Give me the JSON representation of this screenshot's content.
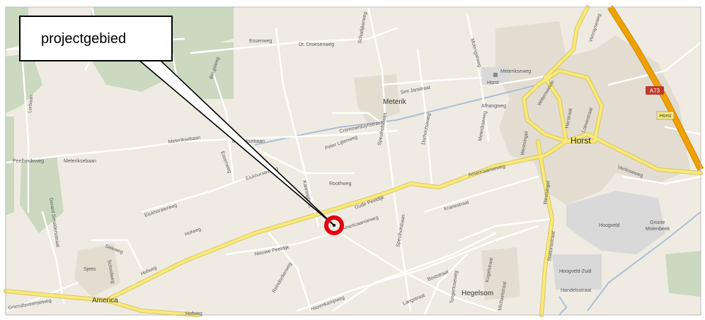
{
  "callout": {
    "label": "projectgebied"
  },
  "places": {
    "america": "America",
    "meterik": "Meterik",
    "horst_town": "Horst",
    "horst_station": "Horst",
    "hegelsom": "Hegelsom",
    "hoogveld": "Hoogveld",
    "hoogveld_zuid": "Hoogveld-Zuid",
    "groote": "Groote",
    "molenbeek": "Molenbeek",
    "horst_shield": "Horst"
  },
  "highway": {
    "shield": "A73",
    "color": "#f0a000"
  },
  "roads": {
    "essenweg": "Essenweg",
    "droesenweg": "Dr. Droesenweg",
    "schadijkerweg": "Schadijkerweg",
    "molengatweg": "Molengatweg",
    "venrayseweg": "Venrayseweg",
    "meterikseweg": "Meterikseweg",
    "sint_jansstraat": "Sint Janstraat",
    "afhangweg": "Afhangweg",
    "crommentuynstraat": "Crommentuynstraat",
    "peter_lijtenweg": "Peter Lijtenweg",
    "speulhofsbaan": "Speulhofsbaan",
    "dorhoutseweg": "Dorhoutseweg",
    "meterikseweg2": "Meterikseweg",
    "meteriksebaan": "Meteriksebaan",
    "meteriksebaan2": "Meteriksebaan",
    "meteriksebaan3": "Meteriksebaan",
    "peelheideweg": "Peelheideweg",
    "lorbaan": "Lorbaan",
    "bergsteeg": "Bergsteeg",
    "essenweg2": "Essenweg",
    "eickhorsterweg": "Eickhorsterweg",
    "eickhorsterweg2": "Eickhorsterweg",
    "kanninglaan": "Kanninglaan",
    "roothweg": "Roothweg",
    "oude_peeldijk": "Oude Peeldijk",
    "americaanseweg": "Americaanseweg",
    "americaanseweg2": "Americaanseweg",
    "kranestraat": "Kranestraat",
    "speulhofsbaan2": "Speulhofsbaan",
    "hofweg": "Hofweg",
    "hofweg2": "Hofweg",
    "nieuwe_peeldijk": "Nieuwe Peeldijk",
    "reindonkerweg": "Reindonkerweg",
    "hazenkampweg": "Hazenkampweg",
    "boststraat": "Boststraat",
    "langstraat": "Langstraat",
    "tongerloseweg": "Tongerloseweg",
    "kogelstraat": "Kogelstraat",
    "michaelstraat": "Michaelstraat",
    "stationsstraat": "Stationsstraat",
    "handelsstraat": "Handelsstraat",
    "westsingel": "Westsingel",
    "wittersweide": "Wittersweide",
    "herstraat": "Herstraat",
    "loevestraat": "Loevestraat",
    "venloseweg": "Venloseweg",
    "westsingel2": "Westsingel",
    "gerard": "Gerard Smuldersstraat",
    "siekweg": "Siekweg",
    "sjees": "Sjees",
    "schoolweg": "Schoolweg",
    "deurneseweg": "Griendtsveenseweg",
    "hofweg3": "Hofweg"
  },
  "colors": {
    "land": "#efebe2",
    "forest": "#cad9c0",
    "main_road": "#f7e97a",
    "main_road_edge": "#d9c35a",
    "minor_road": "#ffffff",
    "minor_road_edge": "#c9c4b6",
    "urban": "#e3ddd1",
    "industrial": "#d9d9d9",
    "water": "#a9bfd9",
    "marker": "#e1000f"
  }
}
